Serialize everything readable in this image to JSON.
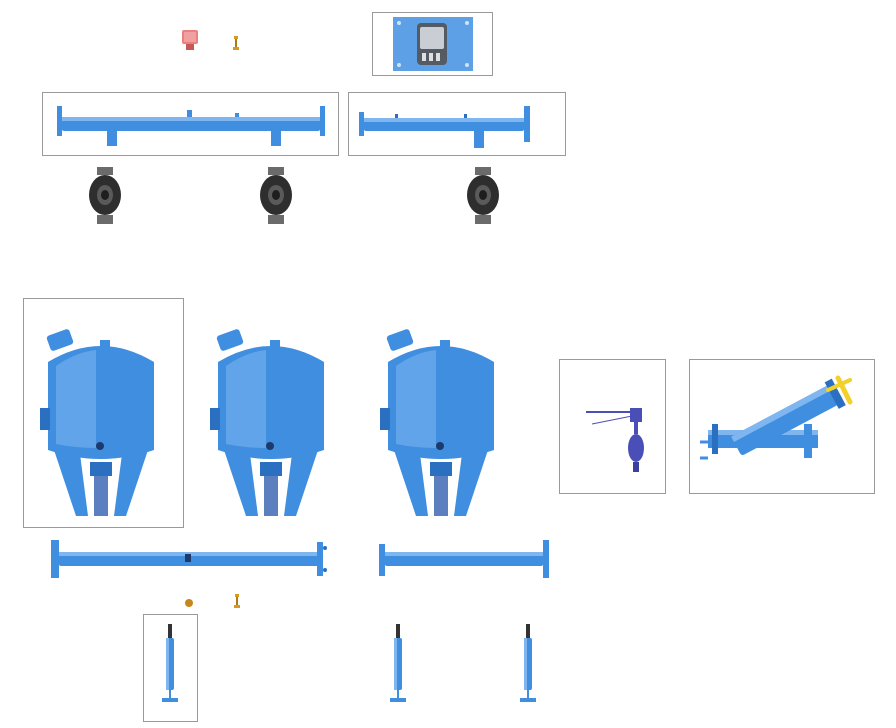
{
  "colors": {
    "equipment_blue": "#3f8ee0",
    "equipment_blue_dark": "#2b6fc0",
    "equipment_blue_light": "#7fb6f0",
    "pump_body": "#3a3a3a",
    "valve_indigo": "#4a4fb8",
    "handle_yellow": "#f2d22a",
    "frame_border": "#9a9a9a",
    "accent_red": "#e86a6a",
    "accent_orange": "#d89a1a"
  },
  "components": {
    "top_row": [
      "small-valve-red",
      "small-fitting",
      "control-panel",
      "manifold-long",
      "manifold-short",
      "pump-1",
      "pump-2",
      "pump-3"
    ],
    "bottom_row": [
      "tank-1",
      "tank-2",
      "tank-3",
      "butterfly-valve",
      "y-strainer",
      "header-long",
      "header-short",
      "small-fitting",
      "small-fitting",
      "level-gauge-1",
      "level-gauge-2",
      "level-gauge-3"
    ]
  },
  "icons": {
    "selected_frames": [
      "control-panel",
      "manifold-long",
      "manifold-short",
      "tank-1",
      "butterfly-valve",
      "y-strainer",
      "level-gauge-1"
    ]
  }
}
